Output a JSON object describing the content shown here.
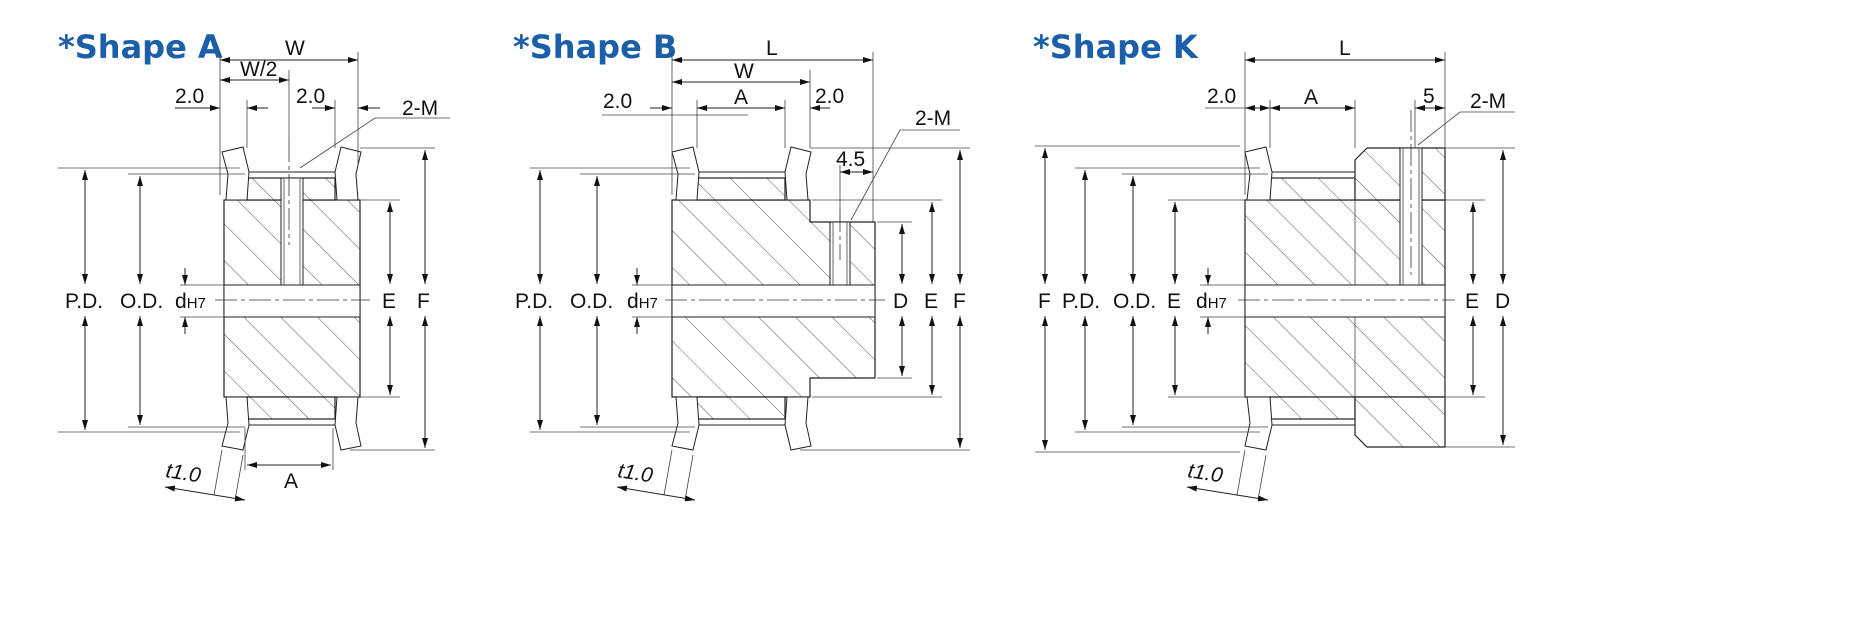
{
  "shape_a": {
    "title": "*Shape A",
    "W": "W",
    "W_half": "W/2",
    "gap_left": "2.0",
    "gap_right": "2.0",
    "M": "2-M",
    "PD": "P.D.",
    "OD": "O.D.",
    "d": "d",
    "d_sub": "H7",
    "E": "E",
    "F": "F",
    "A": "A",
    "t": "t1.0"
  },
  "shape_b": {
    "title": "*Shape B",
    "L": "L",
    "W": "W",
    "A": "A",
    "gap_left": "2.0",
    "gap_right": "2.0",
    "M": "2-M",
    "hub_gap": "4.5",
    "PD": "P.D.",
    "OD": "O.D.",
    "d": "d",
    "d_sub": "H7",
    "D": "D",
    "E": "E",
    "F": "F",
    "t": "t1.0"
  },
  "shape_k": {
    "title": "*Shape K",
    "L": "L",
    "A": "A",
    "gap_left": "2.0",
    "hole_offset": "5",
    "M": "2-M",
    "F": "F",
    "PD": "P.D.",
    "OD": "O.D.",
    "E_left": "E",
    "d": "d",
    "d_sub": "H7",
    "E_right": "E",
    "D": "D",
    "t": "t1.0"
  },
  "colors": {
    "title": "#1a5fa8",
    "line": "#222222"
  }
}
